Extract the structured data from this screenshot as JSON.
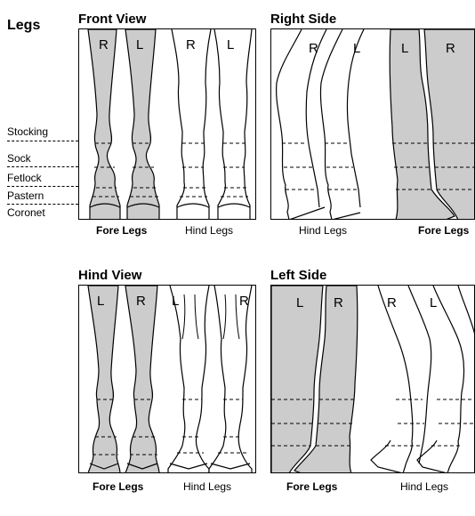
{
  "section_title": "Legs",
  "marking_labels": [
    "Stocking",
    "Sock",
    "Fetlock",
    "Pastern",
    "Coronet"
  ],
  "panels": {
    "front_view": {
      "title": "Front View",
      "letters": [
        "R",
        "L",
        "R",
        "L"
      ],
      "fore_caption": "Fore Legs",
      "hind_caption": "Hind Legs"
    },
    "right_side": {
      "title": "Right Side",
      "letters": [
        "R",
        "L",
        "L",
        "R"
      ],
      "hind_caption": "Hind Legs",
      "fore_caption": "Fore Legs"
    },
    "hind_view": {
      "title": "Hind View",
      "letters": [
        "L",
        "R",
        "L",
        "R"
      ],
      "fore_caption": "Fore Legs",
      "hind_caption": "Hind Legs"
    },
    "left_side": {
      "title": "Left Side",
      "letters": [
        "L",
        "R",
        "R",
        "L"
      ],
      "fore_caption": "Fore Legs",
      "hind_caption": "Hind Legs"
    }
  },
  "colors": {
    "fore_leg_fill": "#cccccc",
    "hind_leg_fill": "#ffffff",
    "line": "#000000"
  }
}
